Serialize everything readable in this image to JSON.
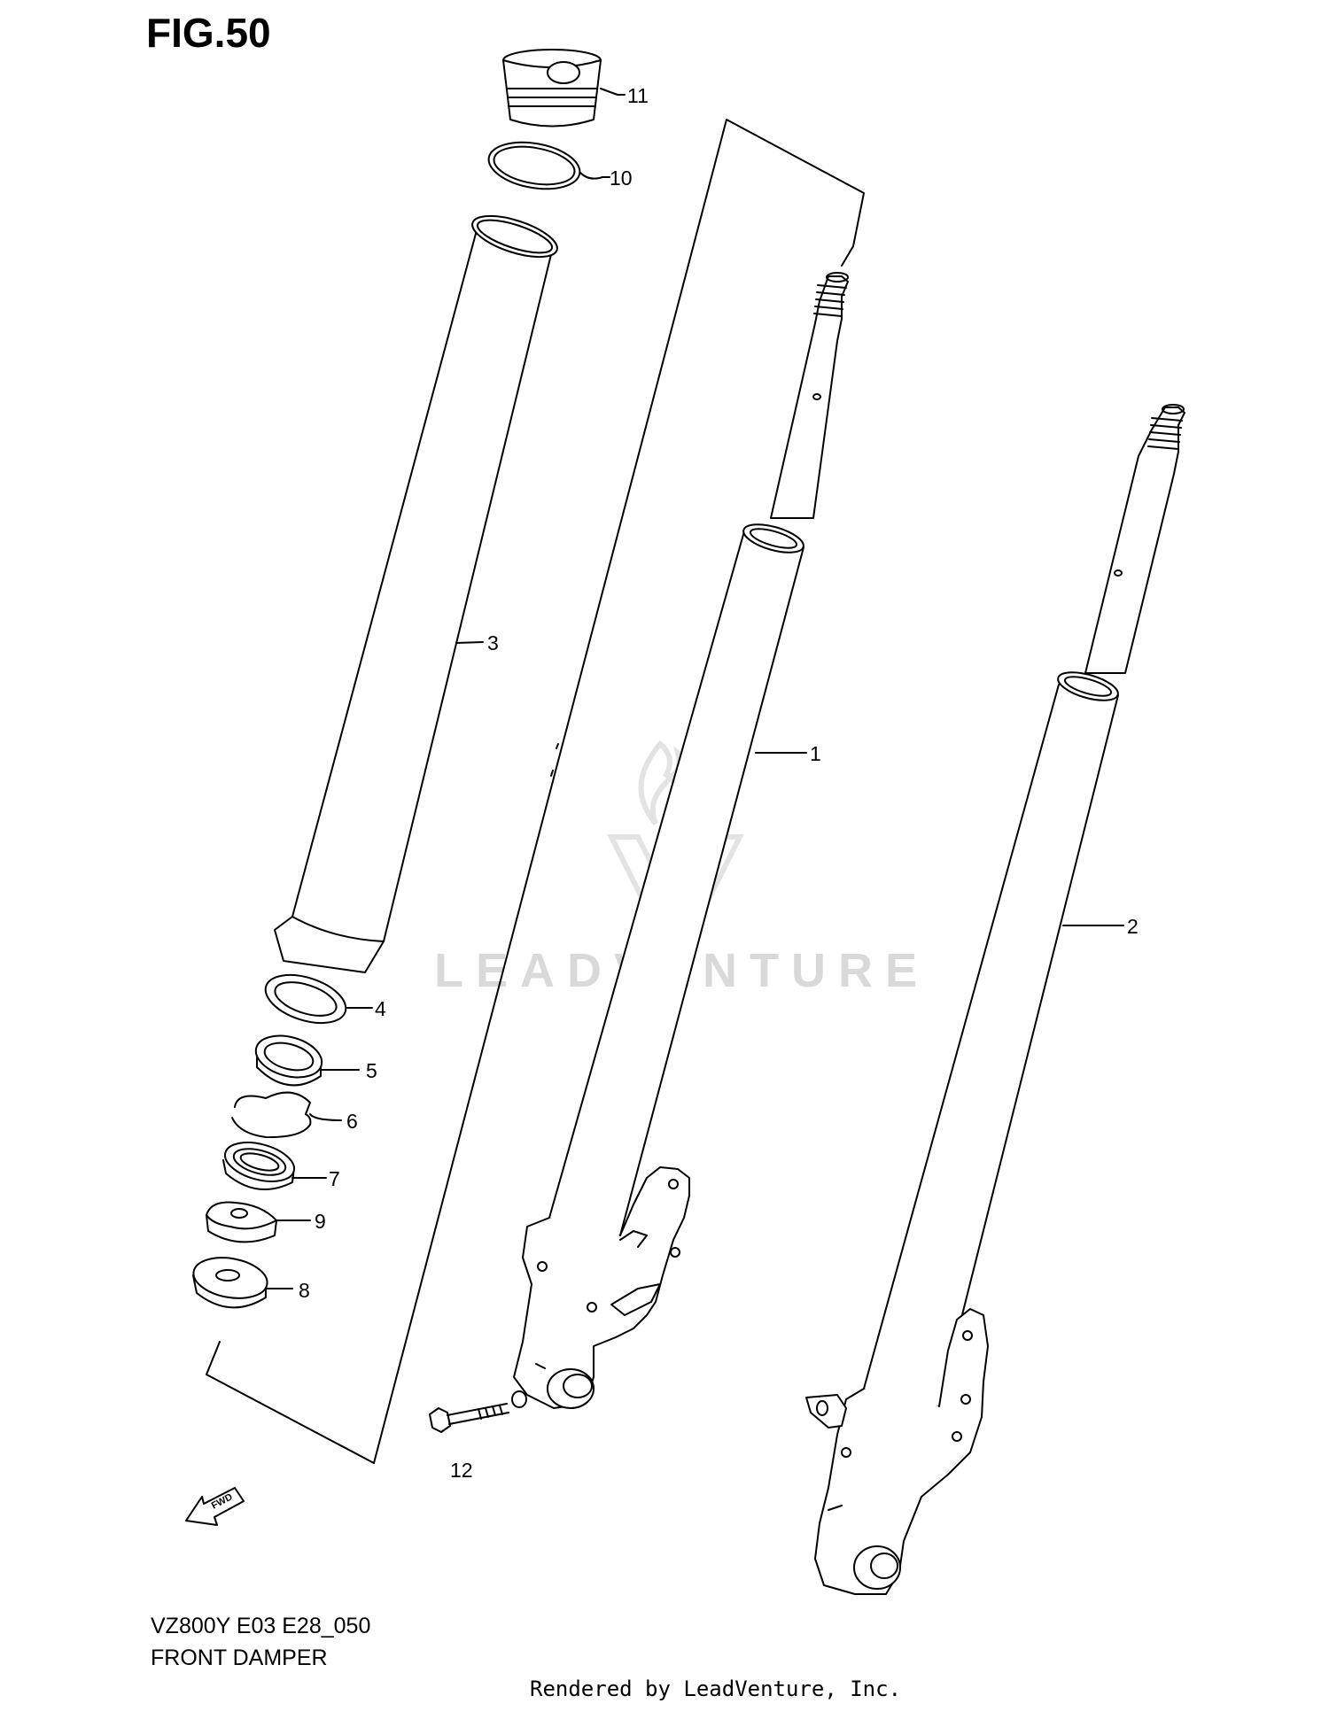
{
  "figure": {
    "title": "FIG.50",
    "model_code": "VZ800Y E03 E28_050",
    "name": "FRONT DAMPER",
    "credit": "Rendered by LeadVenture, Inc.",
    "watermark": "LEADVENTURE",
    "fwd_label": "FWD"
  },
  "parts": [
    {
      "ref": "1",
      "label": "1"
    },
    {
      "ref": "2",
      "label": "2"
    },
    {
      "ref": "3",
      "label": "3"
    },
    {
      "ref": "4",
      "label": "4"
    },
    {
      "ref": "5",
      "label": "5"
    },
    {
      "ref": "6",
      "label": "6"
    },
    {
      "ref": "7",
      "label": "7"
    },
    {
      "ref": "8",
      "label": "8"
    },
    {
      "ref": "9",
      "label": "9"
    },
    {
      "ref": "10",
      "label": "10"
    },
    {
      "ref": "11",
      "label": "11"
    },
    {
      "ref": "12",
      "label": "12"
    }
  ],
  "colors": {
    "line": "#000000",
    "watermark": "#d9d9d9",
    "background": "#ffffff"
  }
}
